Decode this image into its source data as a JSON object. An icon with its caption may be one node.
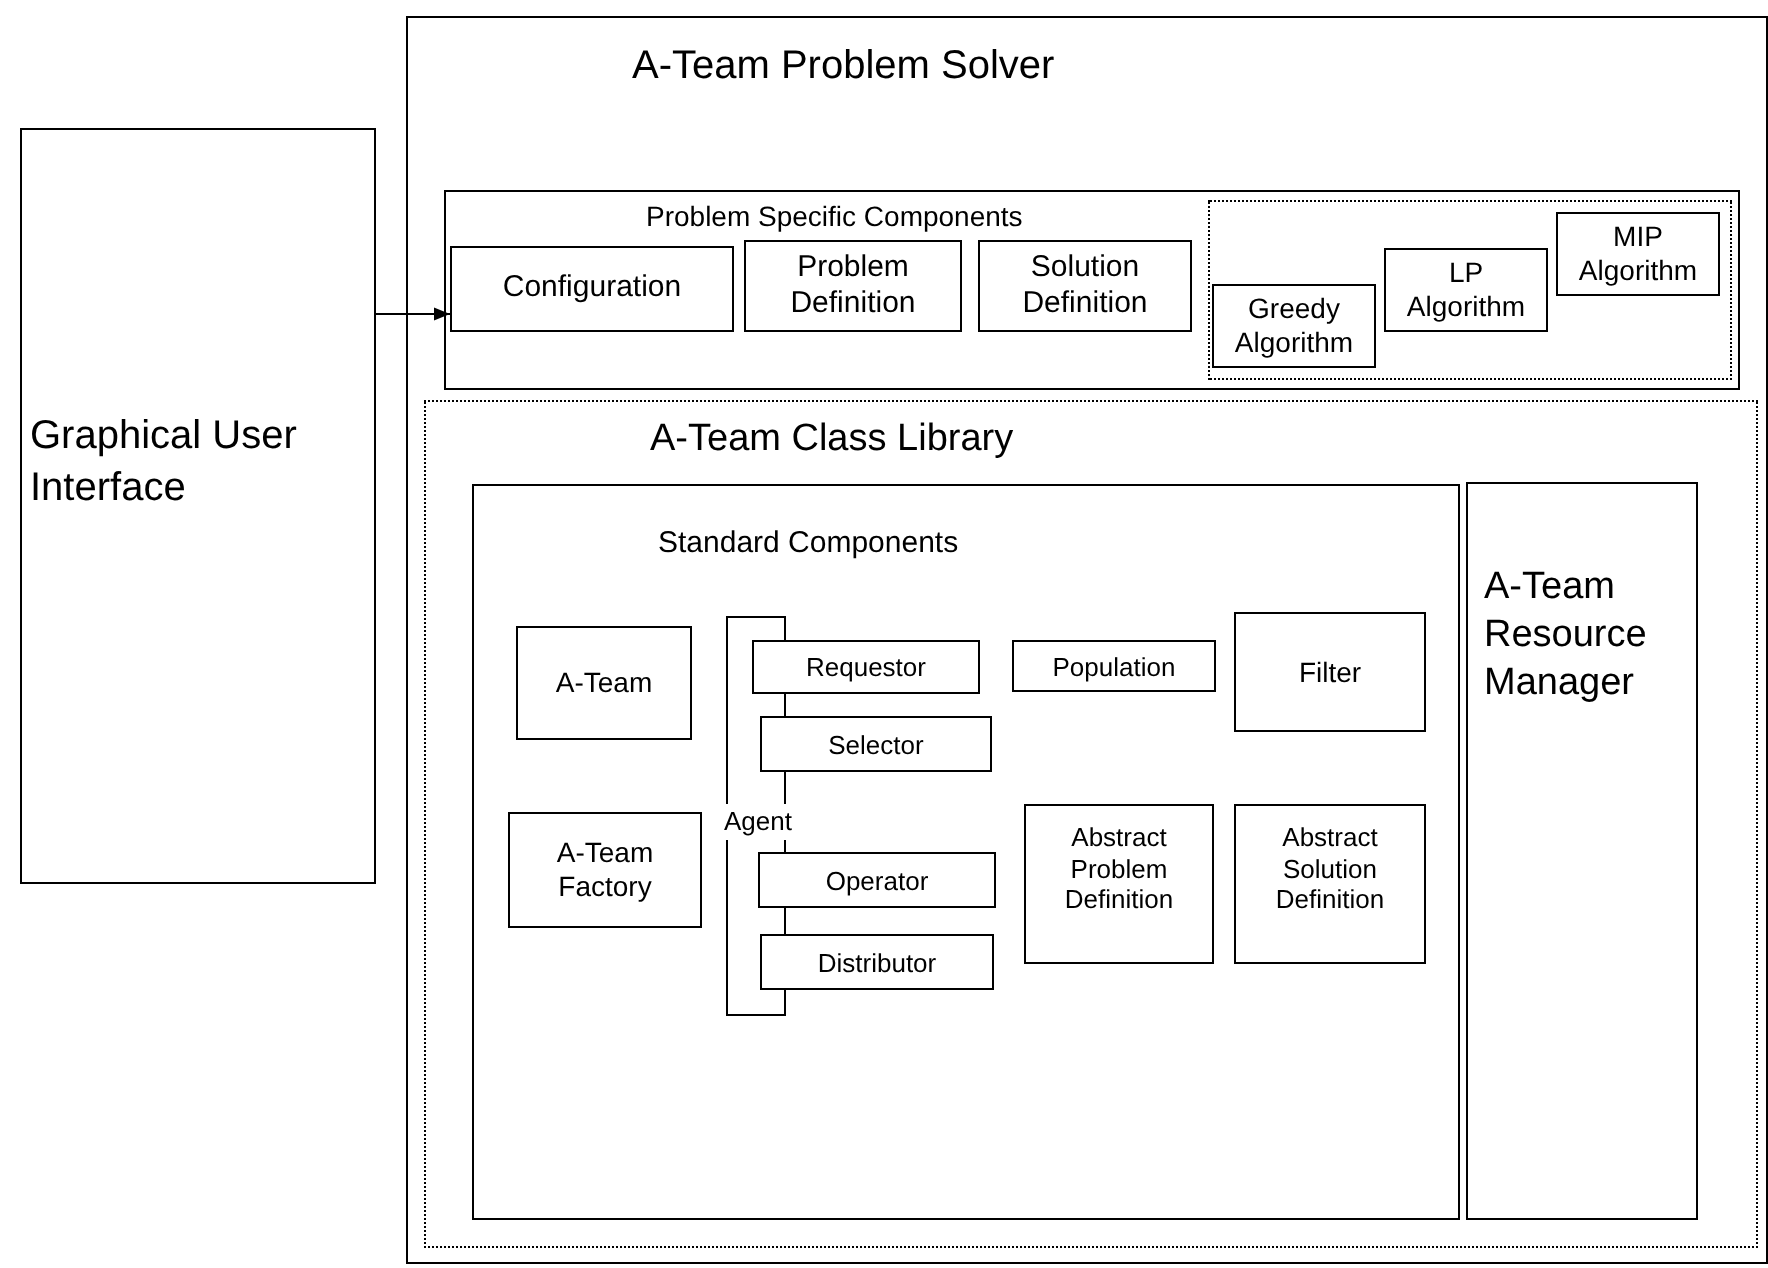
{
  "diagram": {
    "nodes": [
      {
        "text": [
          "A-Team Problem Solver"
        ]
      },
      {
        "text": [
          "Graphical User Interface"
        ]
      },
      {
        "text": [
          "Problem Specific Components"
        ],
        "in": 0
      },
      {
        "text": [
          "Configuration"
        ],
        "in": 2
      },
      {
        "text": [
          "Problem Definition"
        ],
        "in": 2
      },
      {
        "text": [
          "Solution Definition"
        ],
        "in": 2
      },
      {
        "text": [],
        "shape": "box",
        "in": 2
      },
      {
        "text": [
          "MIP Algorithm"
        ],
        "in": 6
      },
      {
        "text": [
          "LP Algorithm"
        ],
        "in": 6
      },
      {
        "text": [
          "Greedy Algorithm"
        ],
        "in": 6
      },
      {
        "text": [
          "A-Team Class Library"
        ],
        "in": 0
      },
      {
        "text": [
          "Standard Components"
        ],
        "in": 10
      },
      {
        "text": [
          "A-Team"
        ],
        "in": 11
      },
      {
        "text": [
          "A-Team Factory"
        ],
        "in": 11
      },
      {
        "text": [
          "Agent"
        ],
        "in": 11
      },
      {
        "text": [
          "Requestor"
        ],
        "in": 11
      },
      {
        "text": [
          "Selector"
        ],
        "in": 11
      },
      {
        "text": [
          "Operator"
        ],
        "in": 11
      },
      {
        "text": [
          "Distributor"
        ],
        "in": 11
      },
      {
        "text": [
          "Population"
        ],
        "in": 11
      },
      {
        "text": [
          "Filter"
        ],
        "in": 11
      },
      {
        "text": [
          "Abstract Problem Definition"
        ],
        "in": 11
      },
      {
        "text": [
          "Abstract Solution Definition"
        ],
        "in": 11
      },
      {
        "text": [
          "A-Team Resource Manager"
        ],
        "in": 10
      }
    ],
    "edges": [
      {
        "from": 1,
        "to": 3,
        "arrow": "to"
      }
    ]
  }
}
